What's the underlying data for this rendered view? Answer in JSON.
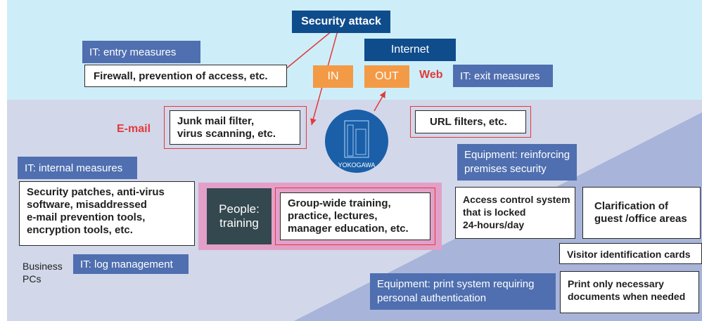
{
  "top": {
    "security_attack": "Security attack",
    "internet": "Internet",
    "in": "IN",
    "out": "OUT",
    "web": "Web",
    "it_entry_measures": "IT: entry measures",
    "firewall": "Firewall, prevention of access, etc.",
    "it_exit_measures": "IT: exit measures"
  },
  "email": {
    "label": "E-mail",
    "filter": "Junk mail filter,\nvirus scanning, etc."
  },
  "url_filters": "URL filters, etc.",
  "logo": "YOKOGAWA",
  "internal": {
    "title": "IT: internal measures",
    "text": "Security patches, anti-virus\nsoftware, misaddressed\ne-mail prevention tools,\nencryption tools, etc."
  },
  "business_pcs": "Business\nPCs",
  "log_management": "IT: log management",
  "people": {
    "title": "People:\ntraining",
    "text": "Group-wide training,\npractice, lectures,\nmanager education, etc."
  },
  "equipment_premises": {
    "title": "Equipment: reinforcing\npremises security",
    "access_control": "Access control system\nthat is locked\n24-hours/day",
    "clarification": "Clarification of\nguest /office areas",
    "visitor_cards": "Visitor identification cards"
  },
  "equipment_print": {
    "title": "Equipment: print system requiring\npersonal authentication",
    "text": "Print only necessary\ndocuments when needed"
  },
  "colors": {
    "sky": "#cdeef9",
    "lavender": "#d2d7ea",
    "slate_blue": "#4f6fb0",
    "navy": "#0f4c8c",
    "orange": "#f39a47",
    "red": "#e23a3a",
    "pink": "#e2a0c9",
    "dark_teal": "#34484f"
  }
}
